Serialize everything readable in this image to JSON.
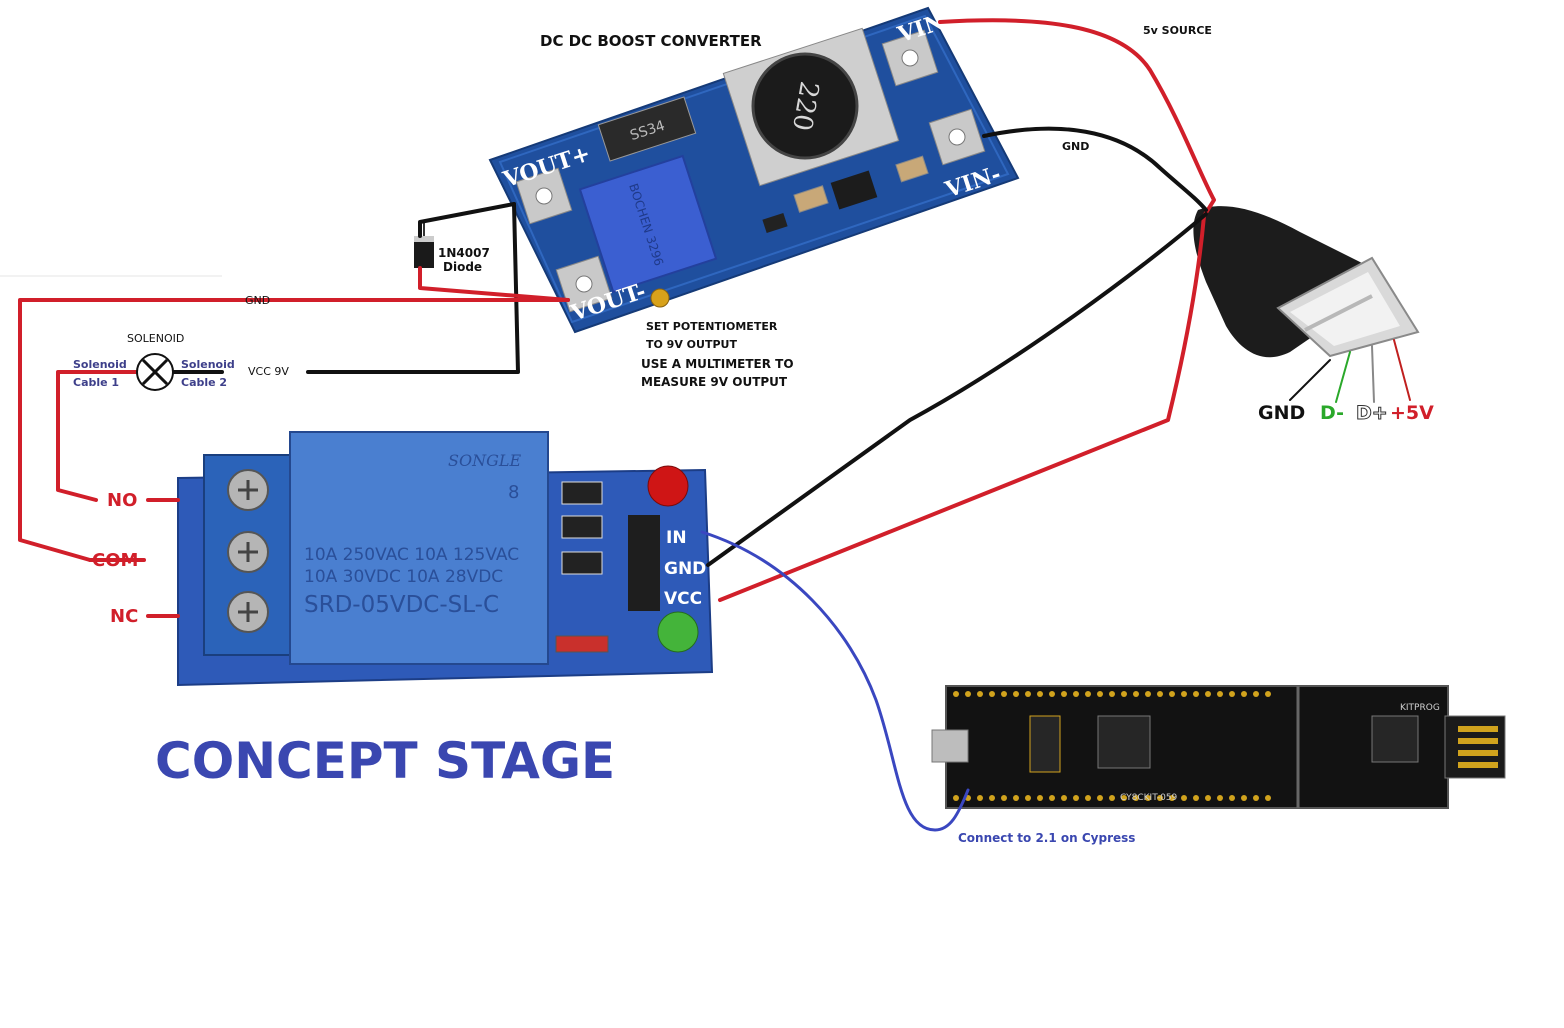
{
  "labels": {
    "boost_title": "DC DC BOOST CONVERTER",
    "source_5v": "5v SOURCE",
    "gnd_top": "GND",
    "gnd_left": "GND",
    "diode_part": "1N4007",
    "diode_word": "Diode",
    "solenoid": "SOLENOID",
    "solenoid_cable1_a": "Solenoid",
    "solenoid_cable1_b": "Cable 1",
    "solenoid_cable2_a": "Solenoid",
    "solenoid_cable2_b": "Cable 2",
    "vcc9v": "VCC 9V",
    "pot_note_1": "SET POTENTIOMETER",
    "pot_note_2": "TO 9V OUTPUT",
    "meter_note_1": "USE A MULTIMETER TO",
    "meter_note_2": "MEASURE 9V OUTPUT",
    "relay_no": "NO",
    "relay_com": "COM",
    "relay_nc": "NC",
    "concept": "CONCEPT STAGE",
    "cypress_note": "Connect to 2.1 on Cypress"
  },
  "boost_board": {
    "vin_plus": "VIN+",
    "vin_minus": "VIN-",
    "vout_plus": "VOUT+",
    "vout_minus": "VOUT-",
    "inductor": "220",
    "diode_chip": "SS34",
    "pot_brand": "BOCHEN 3296"
  },
  "relay_board": {
    "brand": "SONGLE",
    "rating_1": "10A 250VAC  10A 125VAC",
    "rating_2": "10A 30VDC  10A 28VDC",
    "model": "SRD-05VDC-SL-C",
    "pin_in": "IN",
    "pin_gnd": "GND",
    "pin_vcc": "VCC",
    "number": "8"
  },
  "usb": {
    "pin_gnd": "GND",
    "pin_dminus": "D-",
    "pin_dplus": "D+",
    "pin_5v": "+5V"
  },
  "cypress_board": {
    "silk_1": "CY8CKIT-059",
    "silk_2": "KITPROG"
  },
  "colors": {
    "wire_red": "#d11f2a",
    "wire_black": "#111111",
    "wire_blue": "#3a47c0",
    "pcb_blue": "#1d4f9c",
    "relay_blue": "#3f6fc0",
    "concept_blue": "#3a47b0"
  }
}
